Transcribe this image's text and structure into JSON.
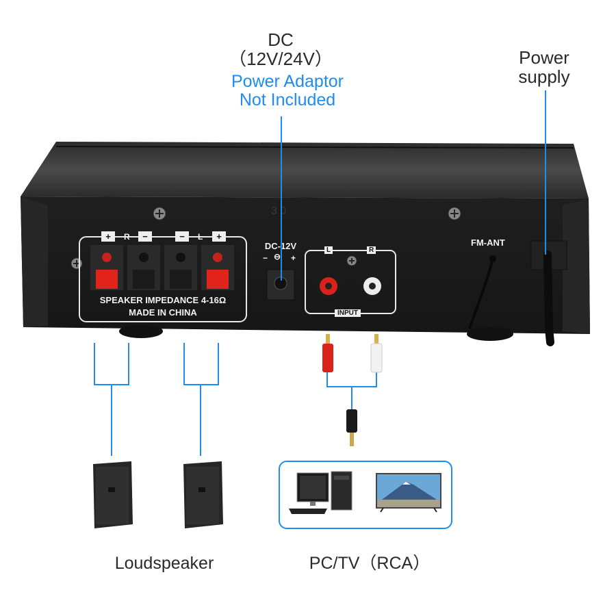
{
  "labels": {
    "dc_title": "DC",
    "dc_voltage": "（12V/24V）",
    "adaptor_line1": "Power Adaptor",
    "adaptor_line2": "Not Included",
    "power_supply_line1": "Power",
    "power_supply_line2": "supply",
    "loudspeaker": "Loudspeaker",
    "pc_tv": "PC/TV（RCA）"
  },
  "panel": {
    "speaker_terminals": {
      "plus": "+",
      "minus": "−",
      "r": "R",
      "l": "L",
      "impedance": "SPEAKER IMPEDANCE 4-16Ω",
      "origin": "MADE IN CHINA"
    },
    "dc_jack": {
      "label": "DC-12V",
      "polarity_minus": "−",
      "polarity_plus": "+"
    },
    "input": {
      "l": "L",
      "r": "R",
      "label": "INPUT"
    },
    "fm_ant": "FM-ANT",
    "stamp": "3 0"
  },
  "colors": {
    "accent_blue": "#1e8cf0",
    "chassis": "#1c1c1c",
    "terminal_red": "#e0241c"
  }
}
